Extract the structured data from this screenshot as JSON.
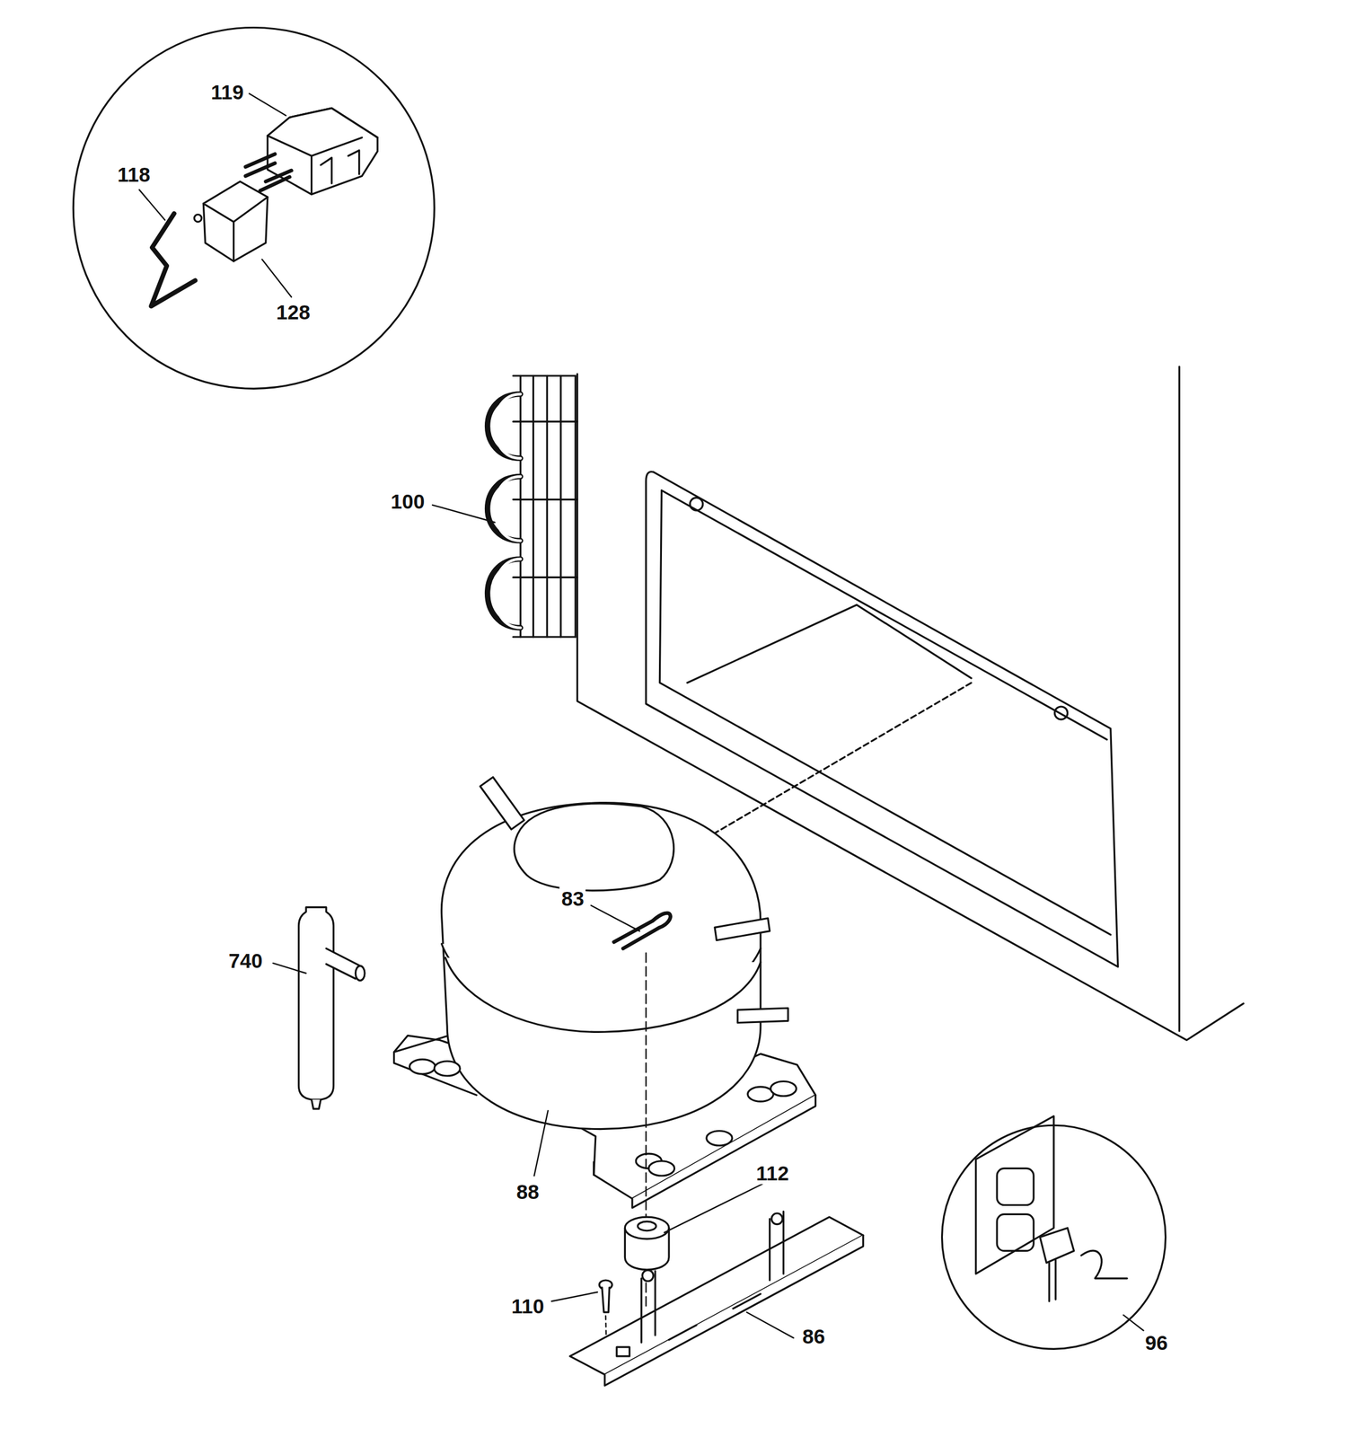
{
  "diagram": {
    "labels": [
      "119",
      "118",
      "128",
      "100",
      "740",
      "83",
      "88",
      "112",
      "110",
      "86",
      "96"
    ]
  }
}
